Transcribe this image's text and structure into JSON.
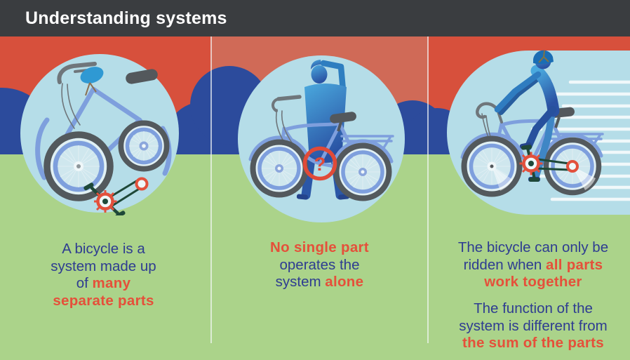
{
  "header": {
    "title": "Understanding systems"
  },
  "colors": {
    "header_bg": "#3a3d40",
    "sky_red": "#d7503c",
    "sky_red_highlight": "#d06a57",
    "cloud_blue": "#2c4b9c",
    "grass_green": "#abd38a",
    "circle_light_blue": "#b5dde8",
    "bike_frame_blue": "#7e9fdd",
    "tire_gray": "#53595d",
    "accent_red": "#e2503c",
    "chain_green": "#1e4838",
    "figure_blue_light": "#4aa9de",
    "figure_blue_dark": "#2a52a3",
    "text_blue": "#2e3c91",
    "text_red": "#e5503a",
    "divider_white": "#f4f8f8"
  },
  "panels": [
    {
      "name": "separate-parts",
      "illustration": "disassembled-bicycle",
      "lines": {
        "l1": "A bicycle is a",
        "l2": "system made up",
        "l3a": "of ",
        "l3b": "many",
        "l4": "separate parts"
      }
    },
    {
      "name": "no-single-part",
      "illustration": "person-puzzled-by-bicycle",
      "question_mark": "?",
      "lines": {
        "l1": "No single part",
        "l2": "operates the",
        "l3a": "system ",
        "l3b": "alone"
      }
    },
    {
      "name": "all-parts-work-together",
      "illustration": "person-riding-bicycle",
      "para1": {
        "l1": "The bicycle can only be",
        "l2a": "ridden when ",
        "l2b": "all parts",
        "l3": "work together"
      },
      "para2": {
        "l1": "The function of the",
        "l2": "system is different from",
        "l3": "the sum of the parts"
      }
    }
  ]
}
